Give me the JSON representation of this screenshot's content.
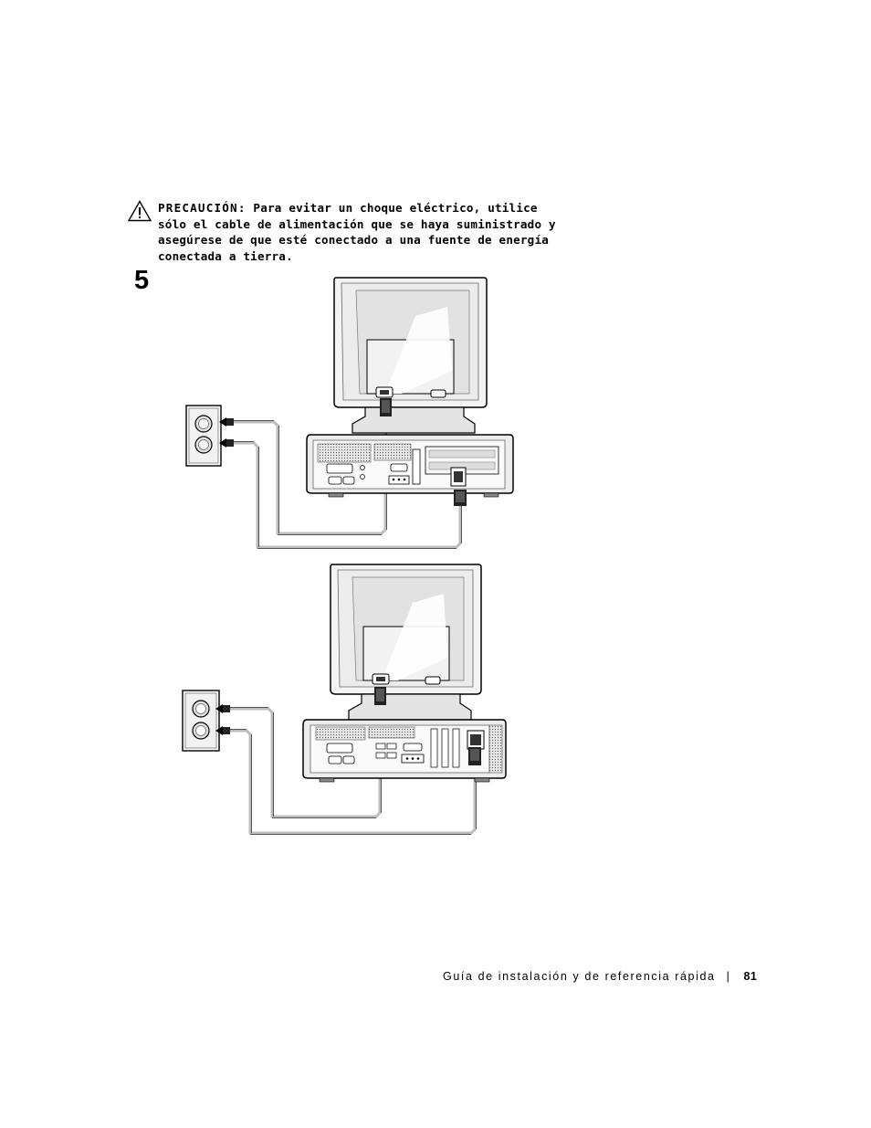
{
  "caution": {
    "label": "PRECAUCIÓN:",
    "text": "Para evitar un choque eléctrico, utilice sólo el cable de alimentación que se haya suministrado y asegúrese de que esté conectado a una fuente de energía conectada a tierra.",
    "icon": "warning-triangle-icon"
  },
  "step": {
    "number": "5"
  },
  "figure": {
    "illustrations": [
      "monitor-and-desktop-power-connection",
      "monitor-and-small-desktop-power-connection"
    ]
  },
  "footer": {
    "title": "Guía de instalación y de referencia rápida",
    "separator": "|",
    "page_number": "81"
  }
}
